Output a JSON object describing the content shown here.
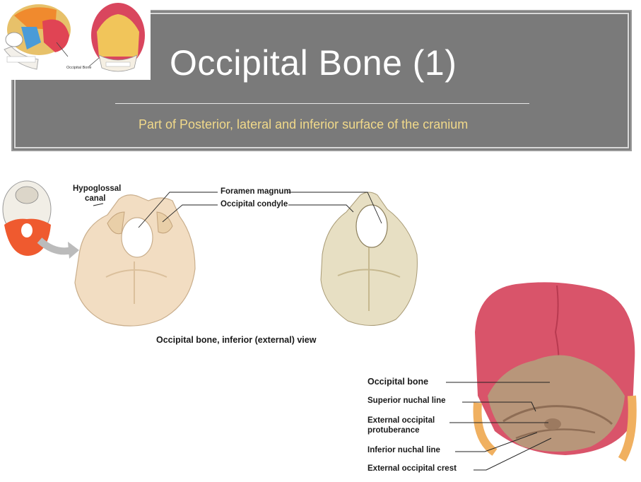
{
  "slide": {
    "title": "Occipital Bone (1)",
    "subtitle": "Part of Posterior, lateral and inferior surface of the cranium"
  },
  "thumbnail": {
    "label": "Occipital Bone"
  },
  "inferior_view": {
    "labels": {
      "hypoglossal_line1": "Hypoglossal",
      "hypoglossal_line2": "canal",
      "foramen_magnum": "Foramen magnum",
      "occipital_condyle": "Occipital condyle"
    },
    "caption": "Occipital bone, inferior (external) view"
  },
  "posterior_view": {
    "labels": {
      "occipital_bone": "Occipital bone",
      "superior_nuchal_line": "Superior nuchal line",
      "external_occipital_line1": "External occipital",
      "external_occipital_line2": "protuberance",
      "inferior_nuchal_line": "Inferior nuchal line",
      "external_occipital_crest": "External occipital crest"
    }
  },
  "colors": {
    "banner": "#7a7a7a",
    "subtitle": "#f1d98a",
    "bone": "#f0dcc0",
    "occipital_highlight": "#e8684a",
    "parietal": "#d9546a",
    "posterior_bone": "#b8967a"
  }
}
